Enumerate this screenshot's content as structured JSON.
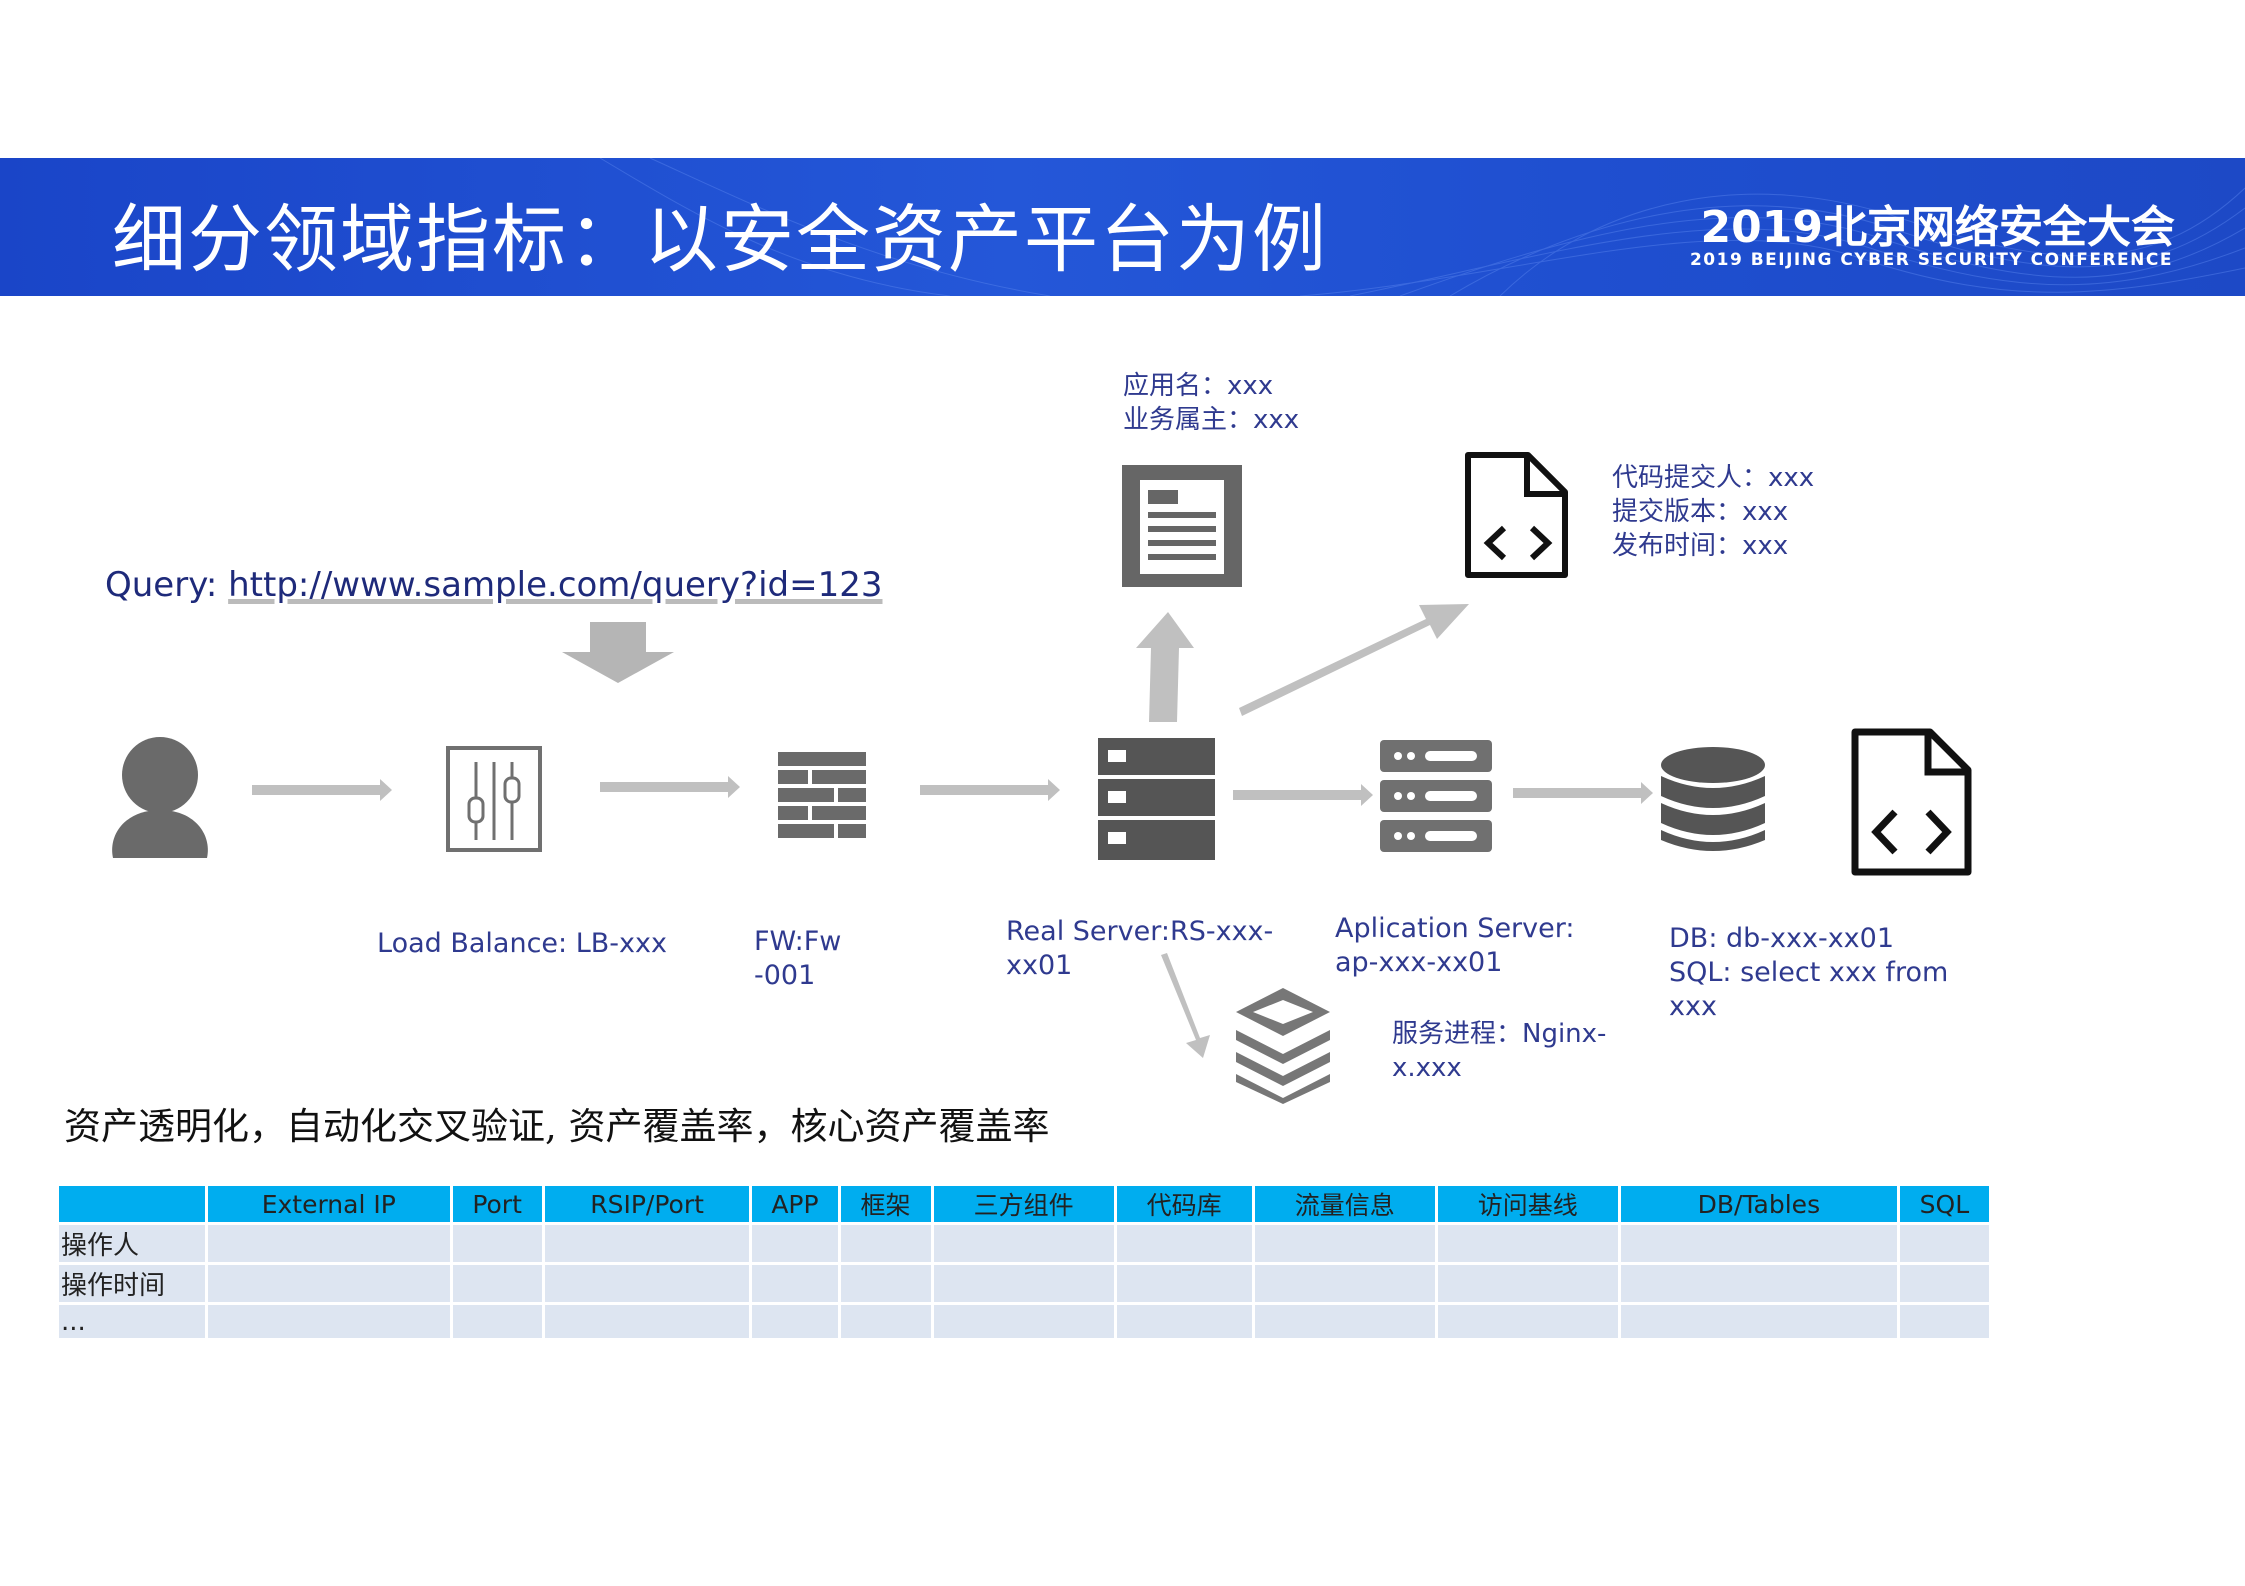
{
  "header": {
    "title": "细分领域指标：以安全资产平台为例",
    "conference_cn": "2019北京网络安全大会",
    "conference_en": "2019 BEIJING CYBER SECURITY CONFERENCE"
  },
  "query": {
    "label": "Query: ",
    "url": "http://www.sample.com/query?id=123"
  },
  "nodes": {
    "user": {
      "icon": "user-icon"
    },
    "load_balancer": {
      "icon": "sliders-icon",
      "label": "Load Balance: LB-xxx"
    },
    "firewall": {
      "icon": "firewall-icon",
      "label_line1": "FW:Fw",
      "label_line2": "-001"
    },
    "real_server": {
      "icon": "server-icon",
      "label_line1": "Real Server:RS-xxx-",
      "label_line2": "xx01"
    },
    "app_server": {
      "icon": "app-server-icon",
      "label_line1": "Aplication Server:",
      "label_line2": "ap-xxx-xx01"
    },
    "database": {
      "icon": "database-icon",
      "label_line1": "DB: db-xxx-xx01",
      "label_line2": "SQL: select xxx from",
      "label_line3": "xxx"
    },
    "sql_file": {
      "icon": "code-file-icon"
    },
    "app_doc": {
      "icon": "document-icon",
      "label_line1": "应用名：xxx",
      "label_line2": "业务属主：xxx"
    },
    "code_file": {
      "icon": "code-file-icon",
      "label_line1": "代码提交人：xxx",
      "label_line2": "提交版本：xxx",
      "label_line3": "发布时间：xxx"
    },
    "service": {
      "icon": "layers-icon",
      "label_line1": "服务进程：Nginx-",
      "label_line2": "x.xxx"
    }
  },
  "summary": "资产透明化，自动化交叉验证, 资产覆盖率，核心资产覆盖率",
  "table": {
    "headers": [
      "",
      "External IP",
      "Port",
      "RSIP/Port",
      "APP",
      "框架",
      "三方组件",
      "代码库",
      "流量信息",
      "访问基线",
      "DB/Tables",
      "SQL"
    ],
    "rows": [
      [
        "操作人"
      ],
      [
        "操作时间"
      ],
      [
        "..."
      ]
    ]
  },
  "colors": {
    "banner": "#1f4fd0",
    "table_header": "#00adef",
    "table_cell": "#dde5f1",
    "label_text": "#2f3a8f",
    "arrow": "#c0c0c0",
    "icon": "#6a6a6a"
  }
}
